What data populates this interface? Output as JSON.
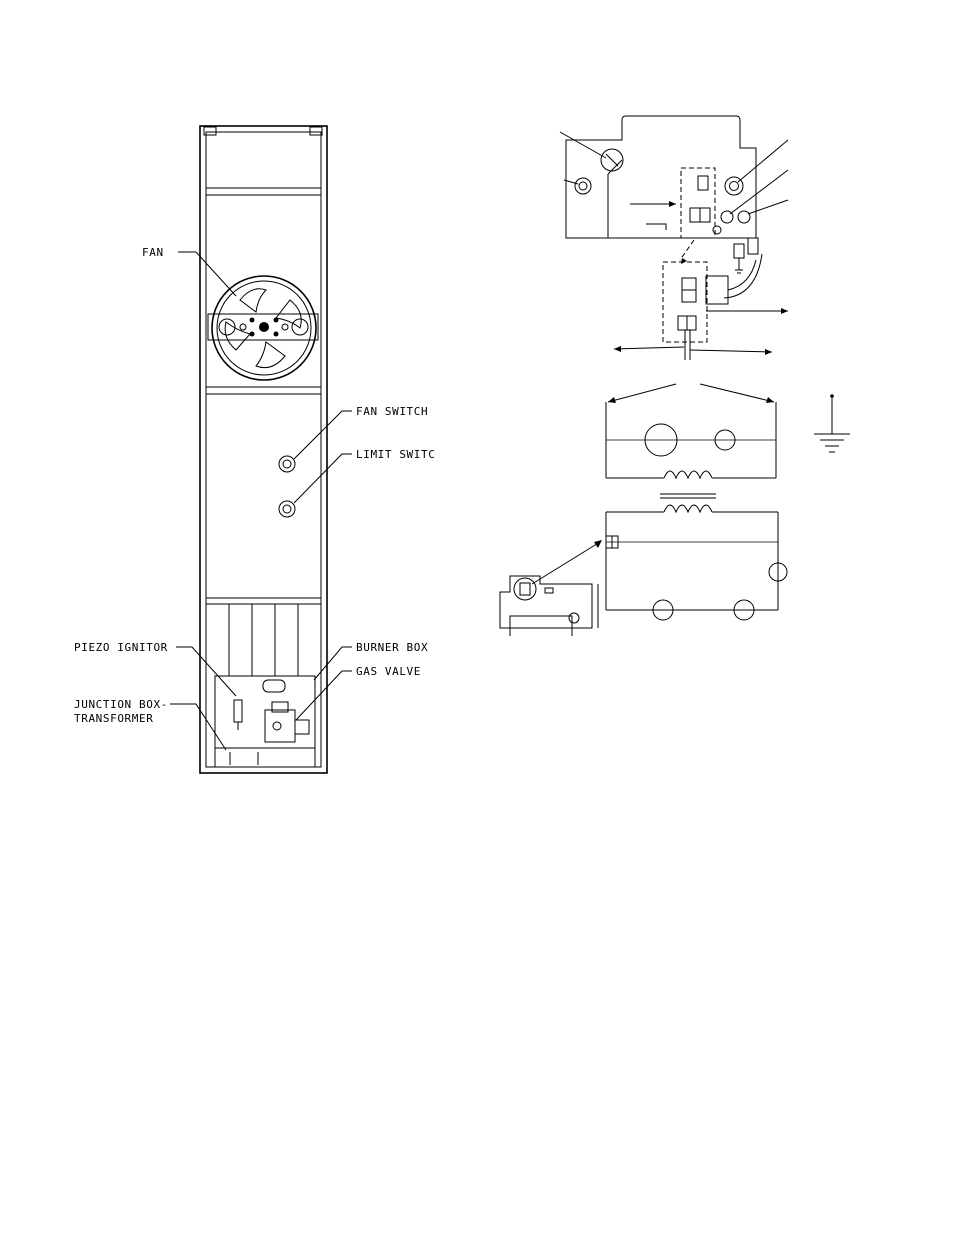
{
  "unit_diagram": {
    "labels": {
      "fan": "FAN",
      "fan_switch": "FAN SWITCH",
      "limit_switch": "LIMIT SWITC",
      "piezo_ignitor": "PIEZO IGNITOR",
      "burner_box": "BURNER BOX",
      "gas_valve": "GAS VALVE",
      "junction_box_line1": "JUNCTION BOX-",
      "junction_box_line2": "TRANSFORMER"
    }
  }
}
